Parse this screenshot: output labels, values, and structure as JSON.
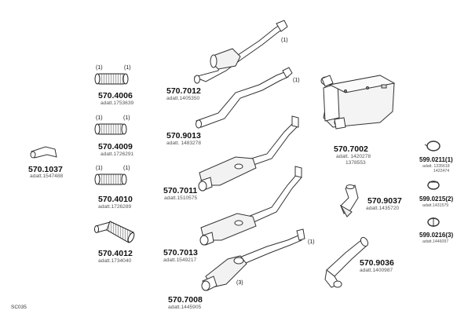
{
  "parts": [
    {
      "number": "570.1037",
      "addons": [
        "adatt.1547488"
      ]
    },
    {
      "number": "570.4006",
      "addons": [
        "adatt.1753639"
      ],
      "qty": [
        "(1)",
        "(1)"
      ]
    },
    {
      "number": "570.4009",
      "addons": [
        "adatt.1726291"
      ],
      "qty": [
        "(1)",
        "(1)"
      ]
    },
    {
      "number": "570.4010",
      "addons": [
        "adatt.1726289"
      ],
      "qty": [
        "(1)",
        "(1)"
      ]
    },
    {
      "number": "570.4012",
      "addons": [
        "adatt.1734040"
      ]
    },
    {
      "number": "570.7012",
      "addons": [
        "adatt.1405350"
      ],
      "qty": [
        "(1)"
      ]
    },
    {
      "number": "570.9013",
      "addons": [
        "adatt. 1483278"
      ],
      "qty": [
        "(1)"
      ]
    },
    {
      "number": "570.7011",
      "addons": [
        "adatt.1510575"
      ]
    },
    {
      "number": "570.7013",
      "addons": [
        "adatt.1549217"
      ]
    },
    {
      "number": "570.7008",
      "addons": [
        "adatt.1445905"
      ],
      "qty": [
        "(1)",
        "(3)"
      ]
    },
    {
      "number": "570.7002",
      "addons": [
        "adatt. 1420278",
        "1378553"
      ]
    },
    {
      "number": "570.9037",
      "addons": [
        "adatt.1435720"
      ]
    },
    {
      "number": "570.9036",
      "addons": [
        "adatt.1400987"
      ]
    },
    {
      "number": "599.0211(1)",
      "addons": [
        "adatt. 1335618",
        "1422474"
      ]
    },
    {
      "number": "599.0215(2)",
      "addons": [
        "adatt.1431579"
      ]
    },
    {
      "number": "599.0216(3)",
      "addons": [
        "adatt.1446097"
      ]
    }
  ],
  "diagram_code": "SC035",
  "icons": [
    "exhaust-pipe-icon",
    "flex-pipe-icon",
    "muffler-icon",
    "clamp-ring-icon"
  ]
}
